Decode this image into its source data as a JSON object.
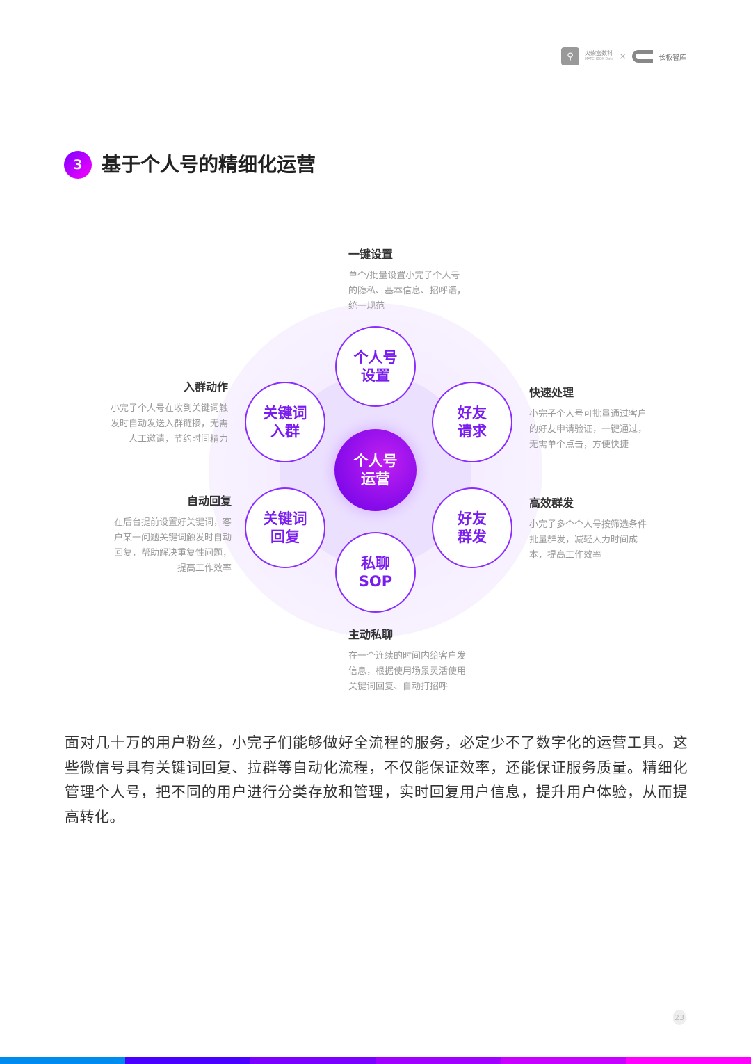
{
  "header": {
    "logo1_cn": "火柴盒数科",
    "logo1_en": "MATCHBOX Data",
    "separator": "×",
    "logo2": "长板智库"
  },
  "section": {
    "number": "3",
    "title": "基于个人号的精细化运营"
  },
  "diagram": {
    "center": "个人号\n运营",
    "nodes": {
      "top": "个人号\n设置",
      "top_right": "好友\n请求",
      "bottom_right": "好友\n群发",
      "bottom": "私聊\nSOP",
      "bottom_left": "关键词\n回复",
      "top_left": "关键词\n入群"
    },
    "annotations": {
      "top": {
        "title": "一键设置",
        "desc": "单个/批量设置小完子个人号\n的隐私、基本信息、招呼语，\n统一规范"
      },
      "top_right": {
        "title": "快速处理",
        "desc": "小完子个人号可批量通过客户\n的好友申请验证，一键通过，\n无需单个点击，方便快捷"
      },
      "bottom_right": {
        "title": "高效群发",
        "desc": "小完子多个个人号按筛选条件\n批量群发，减轻人力时间成\n本，提高工作效率"
      },
      "bottom": {
        "title": "主动私聊",
        "desc": "在一个连续的时间内给客户发\n信息，根据使用场景灵活使用\n关键词回复、自动打招呼"
      },
      "bottom_left": {
        "title": "自动回复",
        "desc": "在后台提前设置好关键词，客\n户某一问题关键词触发时自动\n回复，帮助解决重复性问题，\n提高工作效率"
      },
      "top_left": {
        "title": "入群动作",
        "desc": "小完子个人号在收到关键词触\n发时自动发送入群链接，无需\n人工邀请，节约时间精力"
      }
    }
  },
  "body_text": "面对几十万的用户粉丝，小完子们能够做好全流程的服务，必定少不了数字化的运营工具。这些微信号具有关键词回复、拉群等自动化流程，不仅能保证效率，还能保证服务质量。精细化管理个人号，把不同的用户进行分类存放和管理，实时回复用户信息，提升用户体验，从而提高转化。",
  "footer": {
    "page": "23"
  },
  "colors": {
    "accent": "#7a1cf0",
    "bar": [
      "#008cef",
      "#4a00ff",
      "#7a00ff",
      "#a000ff",
      "#c800ff",
      "#ff00ff"
    ]
  }
}
